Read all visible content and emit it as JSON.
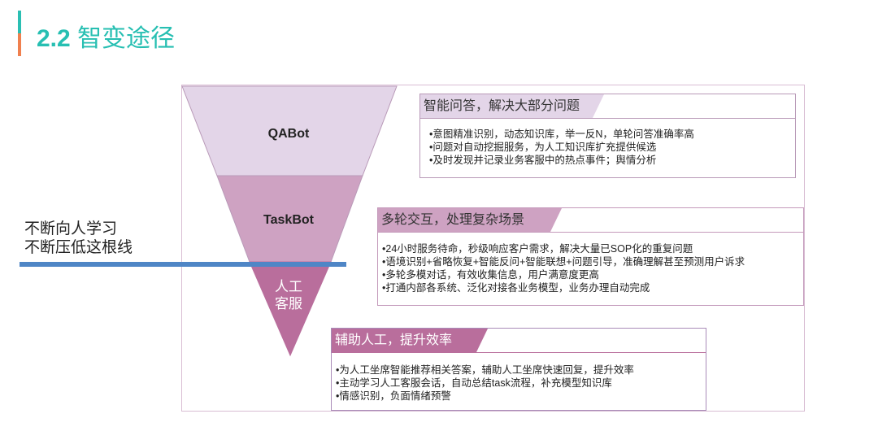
{
  "header": {
    "number": "2.2",
    "title": "智变途径"
  },
  "colors": {
    "accent_teal": "#27bfb2",
    "accent_orange": "#f0804e",
    "qabot_fill": "#e3d5e8",
    "taskbot_fill": "#cea2c2",
    "human_fill": "#b96e9c",
    "baseline": "#4f86c6",
    "frame": "#d9bdd3"
  },
  "funnel": {
    "segments": [
      {
        "id": "qabot",
        "label": "QABot"
      },
      {
        "id": "taskbot",
        "label": "TaskBot"
      },
      {
        "id": "human",
        "label_line1": "人工",
        "label_line2": "客服"
      }
    ]
  },
  "left_note": {
    "line1": "不断向人学习",
    "line2": "不断压低这根线"
  },
  "boxes": {
    "qabot": {
      "heading": "智能问答，解决大部分问题",
      "items": [
        "意图精准识别，动态知识库，举一反N，单轮问答准确率高",
        "问题对自动挖掘服务，为人工知识库扩充提供候选",
        "及时发现并记录业务客服中的热点事件；舆情分析"
      ]
    },
    "taskbot": {
      "heading": "多轮交互，处理复杂场景",
      "items": [
        "24小时服务待命，秒级响应客户需求，解决大量已SOP化的重复问题",
        "语境识别+省略恢复+智能反问+智能联想+问题引导，准确理解甚至预测用户诉求",
        "多轮多模对话，有效收集信息，用户满意度更高",
        "打通内部各系统、泛化对接各业务模型，业务办理自动完成"
      ]
    },
    "human": {
      "heading": "辅助人工，提升效率",
      "items": [
        "为人工坐席智能推荐相关答案，辅助人工坐席快速回复，提升效率",
        "主动学习人工客服会话，自动总结task流程，补充模型知识库",
        "情感识别，负面情绪预警"
      ]
    }
  }
}
